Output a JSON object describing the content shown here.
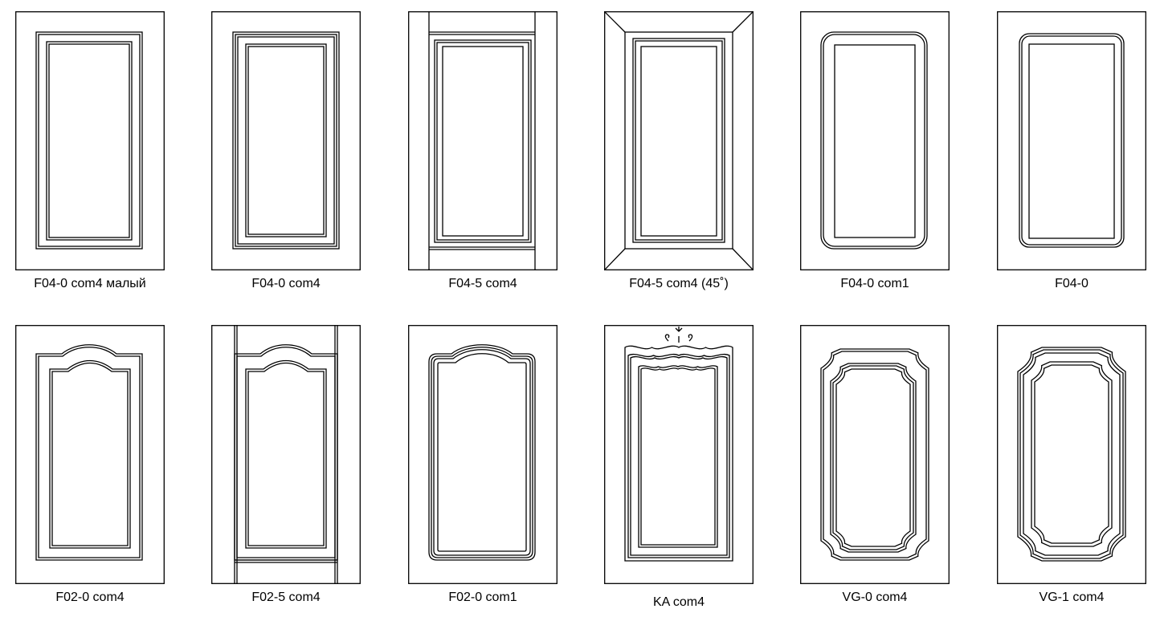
{
  "doors": [
    {
      "label": "F04-0 com4 малый"
    },
    {
      "label": "F04-0 com4"
    },
    {
      "label": "F04-5 com4"
    },
    {
      "label": "F04-5 com4 (45˚)"
    },
    {
      "label": "F04-0 com1"
    },
    {
      "label": "F04-0"
    },
    {
      "label": "F02-0 com4"
    },
    {
      "label": "F02-5 com4"
    },
    {
      "label": "F02-0 com1"
    },
    {
      "label": "KA com4"
    },
    {
      "label": "VG-0 com4"
    },
    {
      "label": "VG-1 com4"
    }
  ],
  "colors": {
    "line": "#000000",
    "background": "#ffffff"
  }
}
